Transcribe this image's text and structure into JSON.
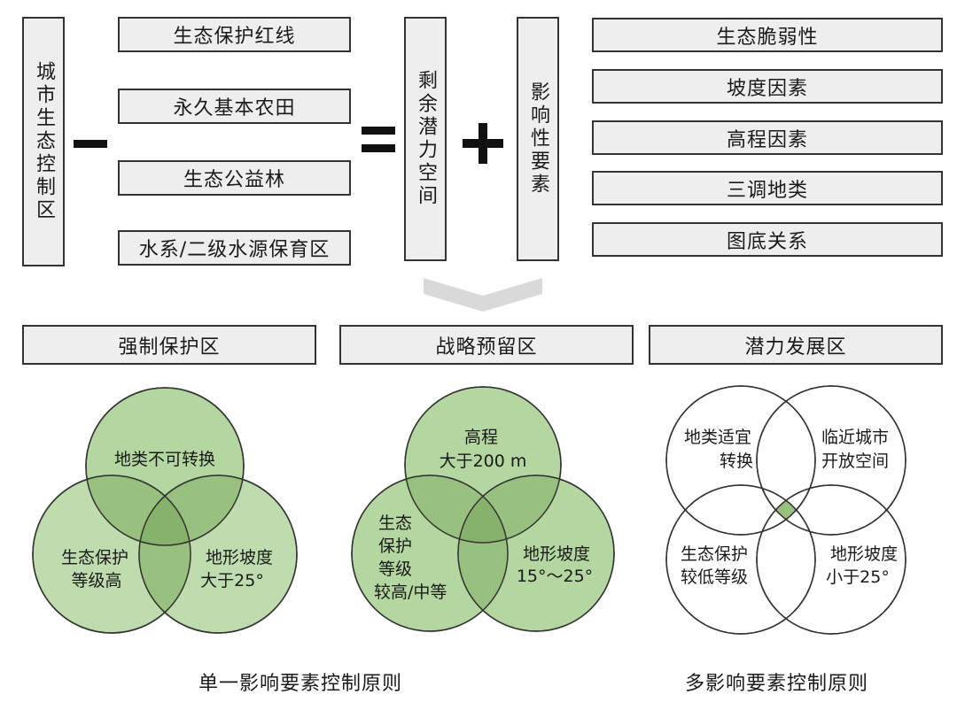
{
  "top": {
    "left_vertical": "城市生态控制区",
    "minus": "−",
    "subtract_items": [
      "生态保护红线",
      "永久基本农田",
      "生态公益林",
      "水系/二级水源保育区"
    ],
    "equals": "=",
    "result_vertical": "剩余潜力空间",
    "plus": "+",
    "factors_vertical": "影响性要素",
    "factor_items": [
      "生态脆弱性",
      "坡度因素",
      "高程因素",
      "三调地类",
      "图底关系"
    ]
  },
  "zones": [
    "强制保护区",
    "战略预留区",
    "潜力发展区"
  ],
  "venn1": [
    "地类不可转换",
    "生态保护",
    "等级高",
    "地形坡度",
    "大于25°"
  ],
  "venn2": [
    "高程",
    "大于200 m",
    "生态",
    "保护",
    "等级",
    "较高/中等",
    "地形坡度",
    "15°～25°"
  ],
  "venn3": [
    "地类适宜",
    "转换",
    "临近城市",
    "开放空间",
    "生态保护",
    "较低等级",
    "地形坡度",
    "小于25°"
  ],
  "captions": [
    "单一影响要素控制原则",
    "多影响要素控制原则"
  ],
  "colors": {
    "box_fill": "#eeeeee",
    "circle_fill": "#a9cf94",
    "overlap_fill": "#8fba78",
    "arrow": "#d9d9d9"
  }
}
